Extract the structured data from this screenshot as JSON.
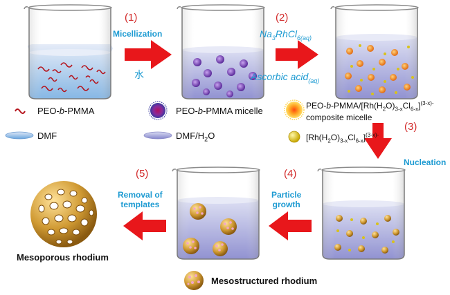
{
  "steps": {
    "s1": {
      "num": "(1)",
      "label_top": "Micellization",
      "label_bottom": "水"
    },
    "s2": {
      "num": "(2)",
      "reagent_top_main": "Na",
      "reagent_top_s1": "3",
      "reagent_top_mid": "RhCl",
      "reagent_top_s2": "6(aq)",
      "reagent_bottom_main": "Ascorbic acid",
      "reagent_bottom_sub": "(aq)"
    },
    "s3": {
      "num": "(3)",
      "label": "Nucleation"
    },
    "s4": {
      "num": "(4)",
      "label_line1": "Particle",
      "label_line2": "growth"
    },
    "s5": {
      "num": "(5)",
      "label_line1": "Removal of",
      "label_line2": "templates"
    }
  },
  "legend": {
    "polymer": {
      "a": "PEO-",
      "b": "b",
      "c": "-PMMA"
    },
    "micelle": {
      "a": "PEO-",
      "b": "b",
      "c": "-PMMA micelle"
    },
    "composite": {
      "a": "PEO-",
      "b": "b",
      "c": "-PMMA/[Rh(H",
      "d": "2",
      "e": "O)",
      "f": "3-x",
      "g": "Cl",
      "h": "6-x",
      "i": "]",
      "j": "(3-x)-",
      "line2": "composite micelle"
    },
    "dmf": {
      "label": "DMF"
    },
    "dmf_water": {
      "a": "DMF/H",
      "b": "2",
      "c": "O"
    },
    "rh_complex": {
      "a": "[Rh(H",
      "b": "2",
      "c": "O)",
      "d": "3-x",
      "e": "Cl",
      "f": "6-x",
      "g": "]",
      "h": "(3-x)-"
    }
  },
  "products": {
    "mesostructured": "Mesostructured rhodium",
    "mesoporous": "Mesoporous rhodium"
  },
  "colors": {
    "arrow_red": "#e8171b",
    "step_red": "#d22a2a",
    "label_blue": "#1e9bd2",
    "polymer_red": "#b5141c",
    "micelle_purple": "#7b3fb5",
    "composite_orange": "#f07d1a",
    "rh_yellow": "#f0d21a",
    "rhodium_gold": "#c98f24"
  }
}
